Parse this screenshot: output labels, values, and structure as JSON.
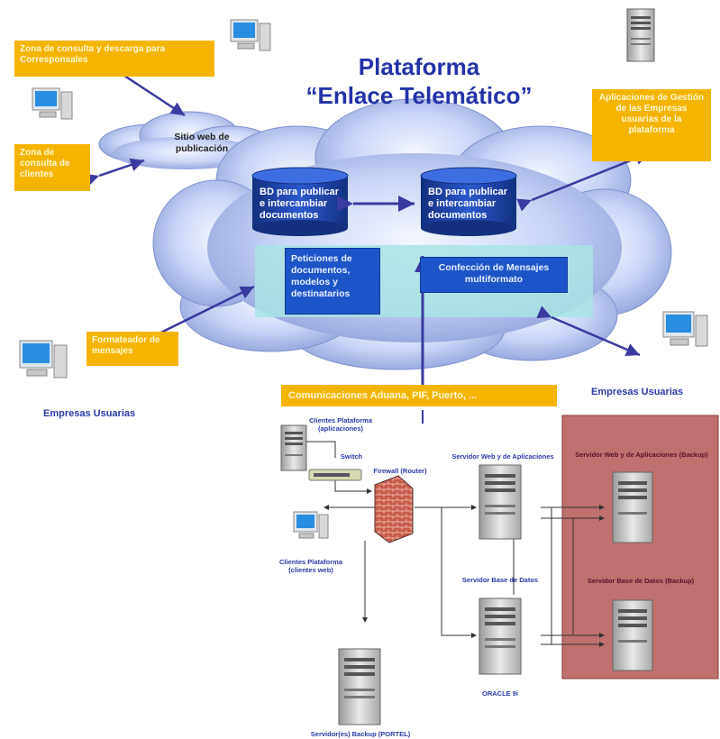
{
  "title": {
    "line1": "Plataforma",
    "line2": "“Enlace Telemático”"
  },
  "cloud": {
    "small_cloud_label": "Sitio web de publicación",
    "db_left": "BD para publicar e intercambiar documentos",
    "db_right": "BD para publicar e intercambiar documentos",
    "box_peticiones": "Peticiones de documentos, modelos y destinatarios",
    "box_confeccion": "Confección de Mensajes multiformato"
  },
  "yellow_boxes": {
    "corresponsales": "Zona de consulta y descarga para Corresponsales",
    "clientes": "Zona de consulta de clientes",
    "aplicaciones": "Aplicaciones de Gestión de las Empresas usuarias de la plataforma",
    "formateador": "Formateador de mensajes",
    "comunicaciones": "Comunicaciones Aduana, PIF, Puerto, ..."
  },
  "labels": {
    "empresas_left": "Empresas Usuarias",
    "empresas_right": "Empresas Usuarias"
  },
  "network": {
    "clientes_aplicaciones": "Clientes Plataforma (aplicaciones)",
    "switch": "Switch",
    "firewall": "Firewall (Router)",
    "clientes_web": "Clientes Plataforma (clientes web)",
    "servidor_web": "Servidor Web y de Aplicaciones",
    "servidor_bd": "Servidor Base de Datos",
    "oracle": "ORACLE 9i",
    "servidor_backup": "Servidor(es) Backup (PORTEL)",
    "backup_web": "Servidor Web y de Aplicaciones (Backup)",
    "backup_bd": "Servidor Base de Datos (Backup)"
  },
  "colors": {
    "title": "#2432a8",
    "yellow_box": "#f5b400",
    "blue_box": "#1c55c8",
    "backup_zone": "#c0706e",
    "arrow": "#3a3aa0"
  },
  "icons": [
    "computer-icon",
    "server-icon",
    "database-icon",
    "cloud-icon",
    "firewall-icon",
    "switch-icon"
  ]
}
